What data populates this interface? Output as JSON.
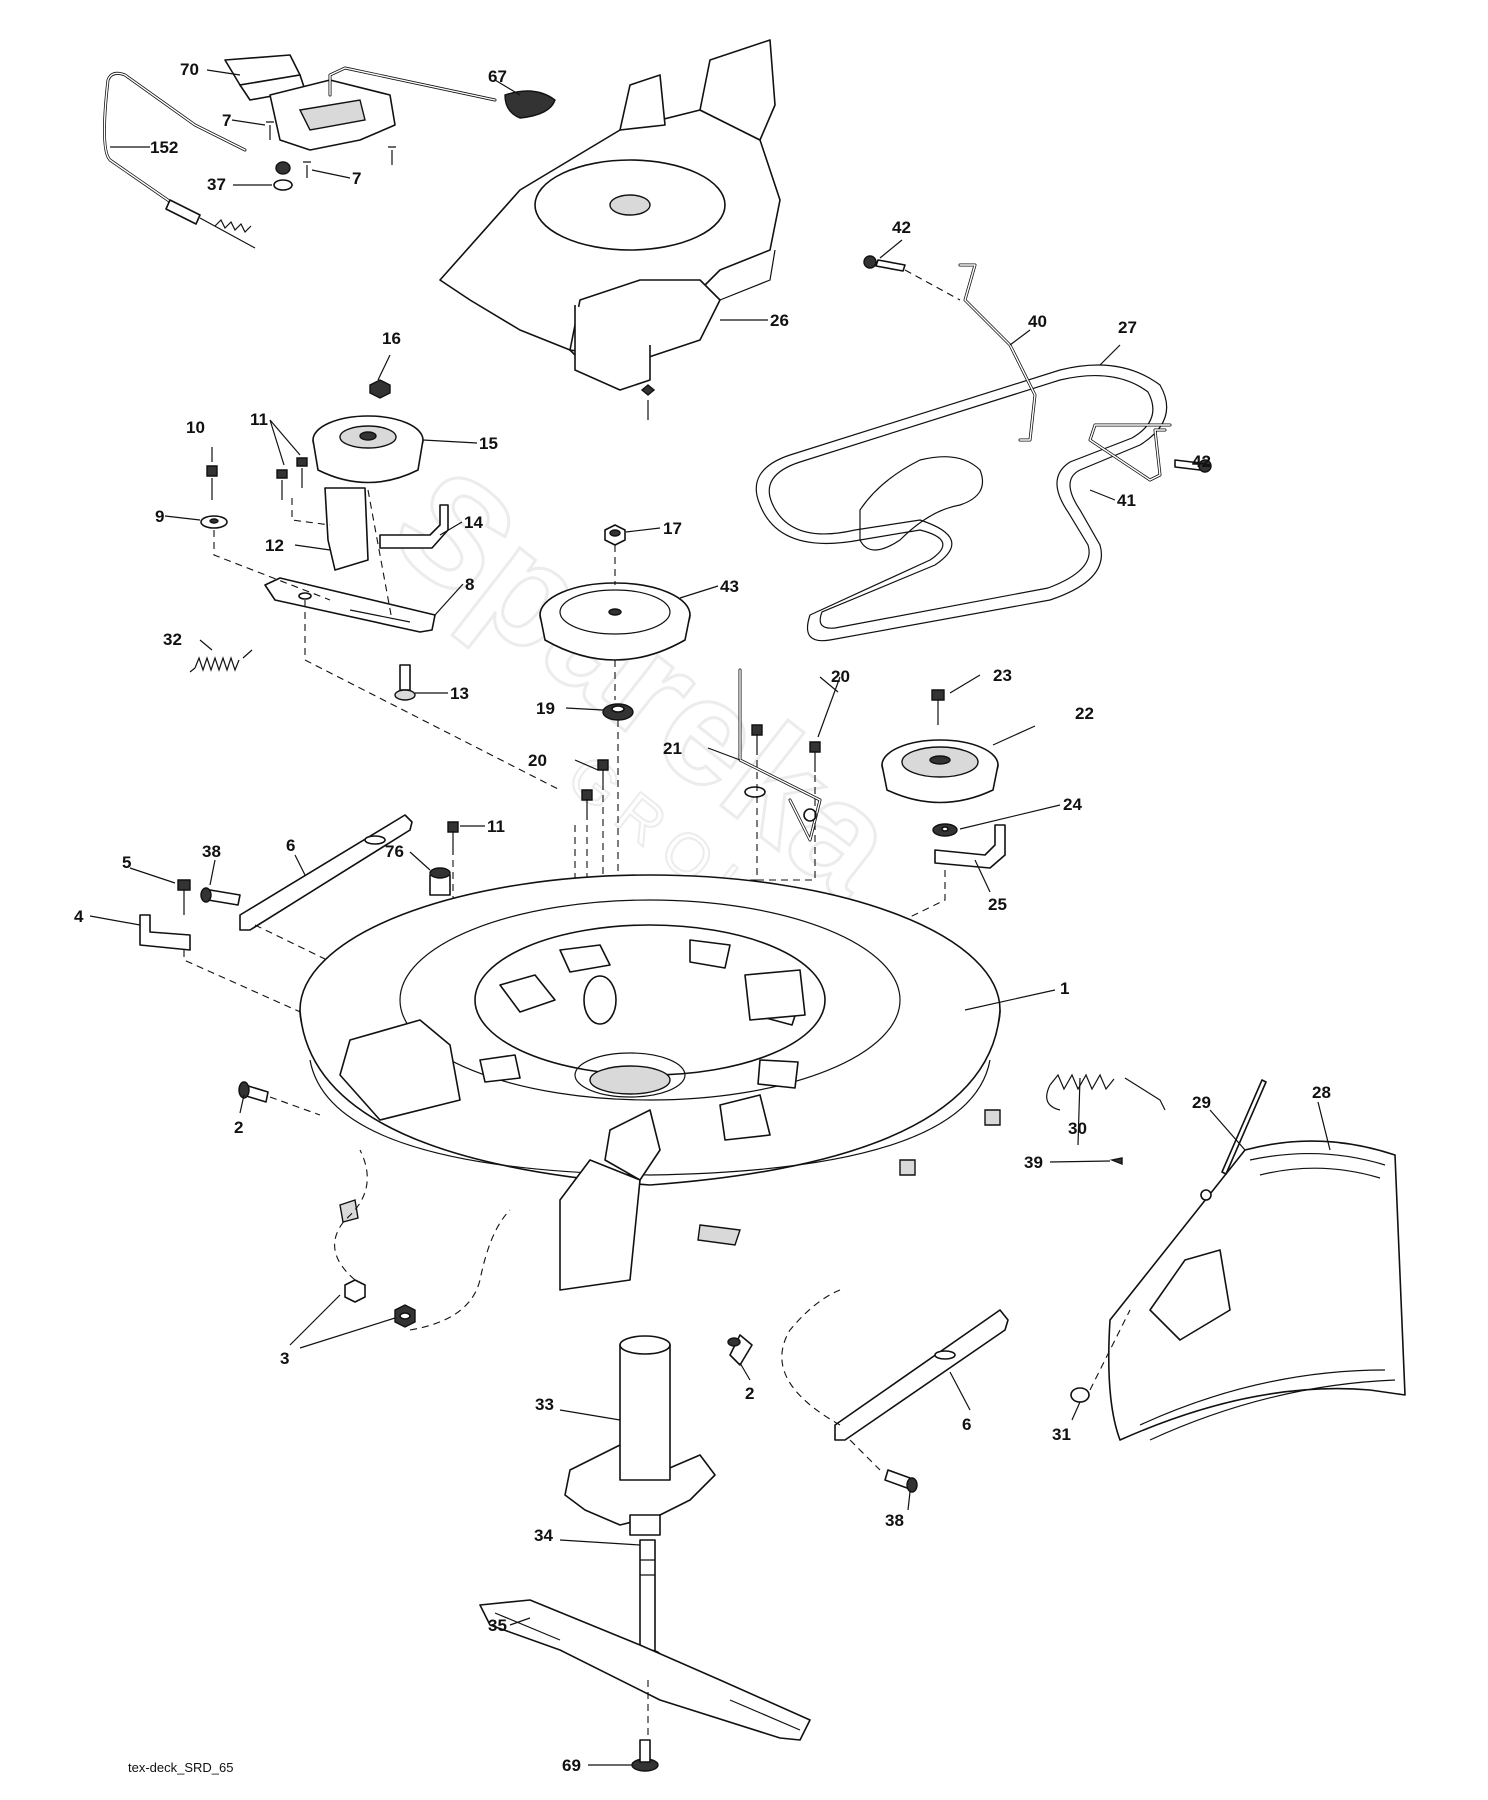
{
  "watermark": {
    "brand": "Spareka",
    "sub": "GROUP"
  },
  "footer": {
    "code": "tex-deck_SRD_65"
  },
  "callouts": [
    {
      "id": "c70",
      "label": "70"
    },
    {
      "id": "c67",
      "label": "67"
    },
    {
      "id": "c7a",
      "label": "7"
    },
    {
      "id": "c152",
      "label": "152"
    },
    {
      "id": "c37",
      "label": "37"
    },
    {
      "id": "c7b",
      "label": "7"
    },
    {
      "id": "c26",
      "label": "26"
    },
    {
      "id": "c42a",
      "label": "42"
    },
    {
      "id": "c40",
      "label": "40"
    },
    {
      "id": "c27",
      "label": "27"
    },
    {
      "id": "c42b",
      "label": "42"
    },
    {
      "id": "c41",
      "label": "41"
    },
    {
      "id": "c16",
      "label": "16"
    },
    {
      "id": "c15",
      "label": "15"
    },
    {
      "id": "c10",
      "label": "10"
    },
    {
      "id": "c11a",
      "label": "11"
    },
    {
      "id": "c9",
      "label": "9"
    },
    {
      "id": "c12",
      "label": "12"
    },
    {
      "id": "c14",
      "label": "14"
    },
    {
      "id": "c17",
      "label": "17"
    },
    {
      "id": "c43",
      "label": "43"
    },
    {
      "id": "c8",
      "label": "8"
    },
    {
      "id": "c32",
      "label": "32"
    },
    {
      "id": "c13",
      "label": "13"
    },
    {
      "id": "c19",
      "label": "19"
    },
    {
      "id": "c20a",
      "label": "20"
    },
    {
      "id": "c21",
      "label": "21"
    },
    {
      "id": "c23",
      "label": "23"
    },
    {
      "id": "c22",
      "label": "22"
    },
    {
      "id": "c20b",
      "label": "20"
    },
    {
      "id": "c24",
      "label": "24"
    },
    {
      "id": "c11b",
      "label": "11"
    },
    {
      "id": "c5",
      "label": "5"
    },
    {
      "id": "c38a",
      "label": "38"
    },
    {
      "id": "c6a",
      "label": "6"
    },
    {
      "id": "c76",
      "label": "76"
    },
    {
      "id": "c4",
      "label": "4"
    },
    {
      "id": "c25",
      "label": "25"
    },
    {
      "id": "c1",
      "label": "1"
    },
    {
      "id": "c2a",
      "label": "2"
    },
    {
      "id": "c29",
      "label": "29"
    },
    {
      "id": "c28",
      "label": "28"
    },
    {
      "id": "c30",
      "label": "30"
    },
    {
      "id": "c39",
      "label": "39"
    },
    {
      "id": "c3",
      "label": "3"
    },
    {
      "id": "c33",
      "label": "33"
    },
    {
      "id": "c2b",
      "label": "2"
    },
    {
      "id": "c6b",
      "label": "6"
    },
    {
      "id": "c31",
      "label": "31"
    },
    {
      "id": "c38b",
      "label": "38"
    },
    {
      "id": "c34",
      "label": "34"
    },
    {
      "id": "c35",
      "label": "35"
    },
    {
      "id": "c69",
      "label": "69"
    }
  ]
}
